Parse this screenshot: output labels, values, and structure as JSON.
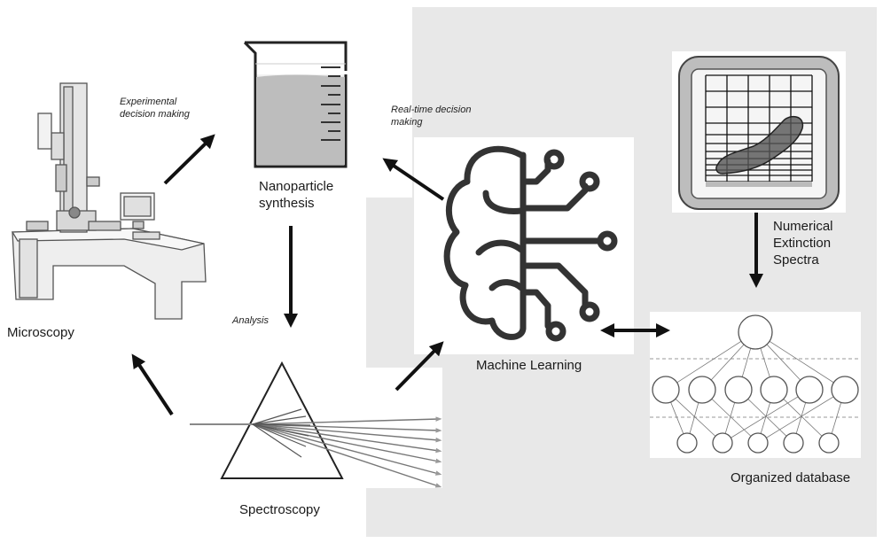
{
  "labels": {
    "microscopy": "Microscopy",
    "nanoparticle_synthesis_line1": "Nanoparticle",
    "nanoparticle_synthesis_line2": "synthesis",
    "spectroscopy": "Spectroscopy",
    "machine_learning": "Machine Learning",
    "numerical_line1": "Numerical",
    "numerical_line2": "Extinction",
    "numerical_line3": "Spectra",
    "organized_database": "Organized database"
  },
  "annotations": {
    "experimental_line1": "Experimental",
    "experimental_line2": "decision making",
    "realtime_line1": "Real-time decision",
    "realtime_line2": "making",
    "analysis": "Analysis"
  },
  "colors": {
    "panel": "#e8e8e8",
    "ink": "#1a1a1a",
    "liquid": "#bdbdbd",
    "blob": "#555555"
  }
}
